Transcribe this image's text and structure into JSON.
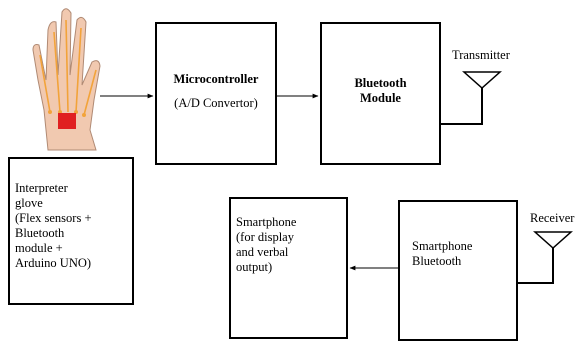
{
  "blocks": {
    "glove": {
      "text": "Interpreter\nglove\n(Flex sensors +\nBluetooth\nmodule +\nArduino UNO)"
    },
    "mcu": {
      "title": "Microcontroller",
      "subtitle": "(A/D Convertor)"
    },
    "bt": {
      "text": "Bluetooth\nModule"
    },
    "phone_bt": {
      "text": "Smartphone\nBluetooth"
    },
    "phone": {
      "text": "Smartphone\n(for display\nand verbal\noutput)"
    }
  },
  "antennas": {
    "tx_label": "Transmitter",
    "rx_label": "Receiver"
  },
  "hand_icon": "hand-with-flex-sensors-icon",
  "colors": {
    "line": "#000000",
    "hand_skin": "#f1c9b0",
    "sensor": "#f2a33a",
    "chip": "#e02020"
  }
}
